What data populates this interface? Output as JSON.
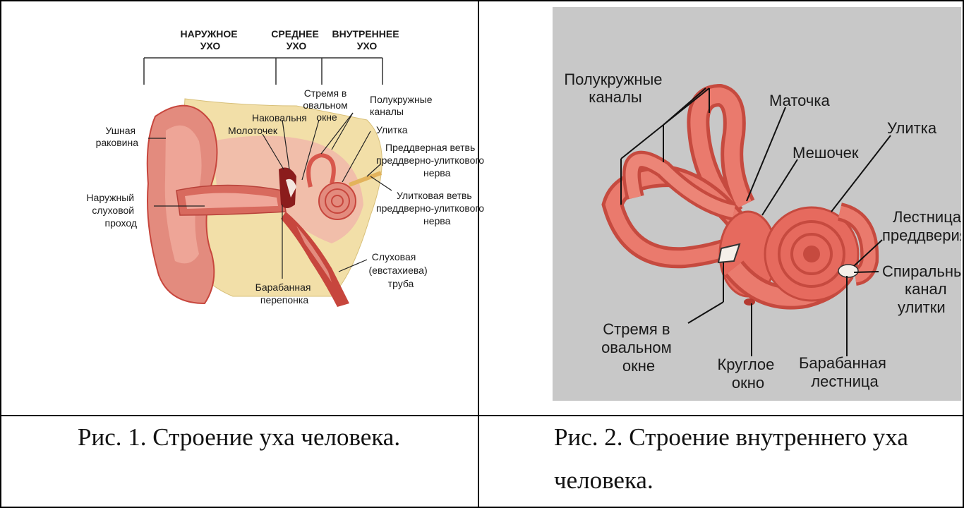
{
  "figure1": {
    "headers": {
      "outer": [
        "НАРУЖНОЕ",
        "УХО"
      ],
      "middle": [
        "СРЕДНЕЕ",
        "УХО"
      ],
      "inner": [
        "ВНУТРЕННЕЕ",
        "УХО"
      ]
    },
    "labels": {
      "auricle": [
        "Ушная",
        "раковина"
      ],
      "canal": [
        "Наружный",
        "слуховой",
        "проход"
      ],
      "malleus": "Молоточек",
      "incus": "Наковальня",
      "stapes": [
        "Стремя в",
        "овальном",
        "окне"
      ],
      "semicircular": [
        "Полукружные",
        "каналы"
      ],
      "cochlea": "Улитка",
      "vestibular_branch": [
        "Преддверная ветвь",
        "преддверно-улиткового",
        "нерва"
      ],
      "cochlear_branch": [
        "Улитковая ветвь",
        "преддверно-улиткового",
        "нерва"
      ],
      "eardrum": [
        "Барабанная",
        "перепонка"
      ],
      "tube": [
        "Слуховая",
        "(евстахиева)",
        "труба"
      ]
    },
    "caption": "Рис. 1. Строение уха человека."
  },
  "figure2": {
    "labels": {
      "semicircular": [
        "Полукружные",
        "каналы"
      ],
      "utricle": "Маточка",
      "saccule": "Мешочек",
      "cochlea": "Улитка",
      "scala_vestibuli": [
        "Лестница",
        "преддверия"
      ],
      "spiral_canal": [
        "Спиральный",
        "канал",
        "улитки"
      ],
      "stapes": [
        "Стремя в",
        "овальном",
        "окне"
      ],
      "round_window": [
        "Круглое",
        "окно"
      ],
      "scala_tympani": [
        "Барабанная",
        "лестница"
      ]
    },
    "caption_lines": [
      "Рис. 2. Строение внутреннего уха",
      "человека."
    ]
  },
  "colors": {
    "tissue": "#e38b7e",
    "tissue_dark": "#c7463d",
    "bone": "#f2dfa8",
    "panel_gray": "#c8c8c8",
    "labyrinth": "#e66a5e"
  }
}
